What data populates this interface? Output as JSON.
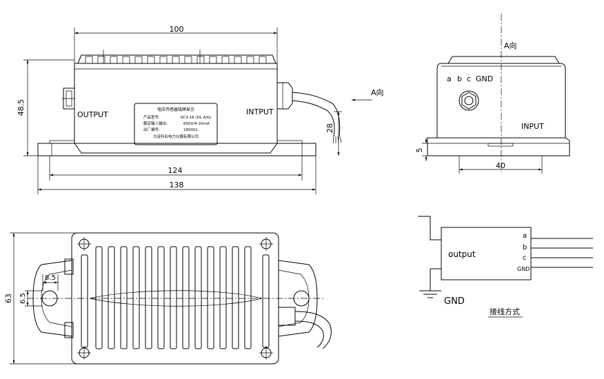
{
  "front_view": {
    "dim_top": "100",
    "dim_height": "48.5",
    "dim_inner_base": "124",
    "dim_outer_base": "138",
    "dim_cable": "28",
    "output_label": "OUTPUT",
    "input_label": "INTPUT",
    "direction_label": "A向",
    "nameplate_lines": [
      "电压传感器铭牌显示",
      "产品型号:",
      "KCV-18 (DL A/G)",
      "额定输入输出:",
      "650V/4-20mA",
      "出厂编号:",
      "180001",
      "大连科业电力仪器有限公司"
    ]
  },
  "side_view": {
    "direction_label": "A向",
    "terminal_labels": [
      "a",
      "b",
      "c",
      "GND"
    ],
    "input_label": "INPUT",
    "dim_base_height": "5",
    "dim_width": "40"
  },
  "top_view": {
    "dim_height": "63",
    "dim_hole_x": "8.5",
    "dim_hole_y": "6.5"
  },
  "wiring": {
    "box_label": "output",
    "pins": [
      "a",
      "b",
      "c",
      "GND"
    ],
    "ground_label": "GND",
    "title": "接线方式"
  }
}
